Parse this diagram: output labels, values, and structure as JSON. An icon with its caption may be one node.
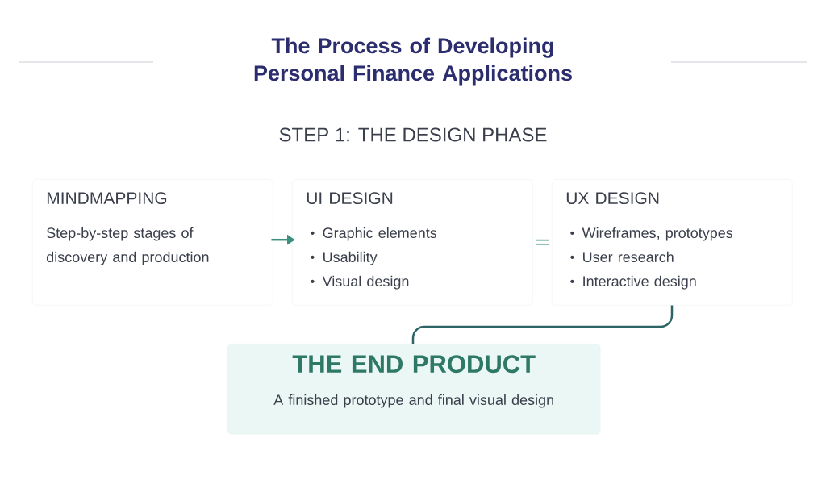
{
  "diagram": {
    "title": "The Process of Developing Personal Finance Applications",
    "nodes": [
      {
        "text": [
          "MINDMAPPING",
          "Step-by-step stages of discovery and production"
        ]
      },
      {
        "text": [
          "UI DESIGN",
          "Graphic elements",
          "Usability",
          "Visual design"
        ]
      },
      {
        "text": [
          "UX DESIGN",
          "Wireframes, prototypes",
          "User research",
          "Interactive design"
        ]
      },
      {
        "text": [
          "THE END PRODUCT",
          "A finished prototype and final visual design"
        ]
      }
    ],
    "edges": [
      {
        "from": 0,
        "to": 1,
        "arrow": "to"
      },
      {
        "from": 1,
        "to": 2,
        "arrow": "none",
        "style": "thick"
      },
      {
        "from": 2,
        "to": 3,
        "arrow": "none",
        "color": "#2f6466"
      }
    ],
    "labels": [
      "STEP 1: THE DESIGN PHASE"
    ]
  }
}
